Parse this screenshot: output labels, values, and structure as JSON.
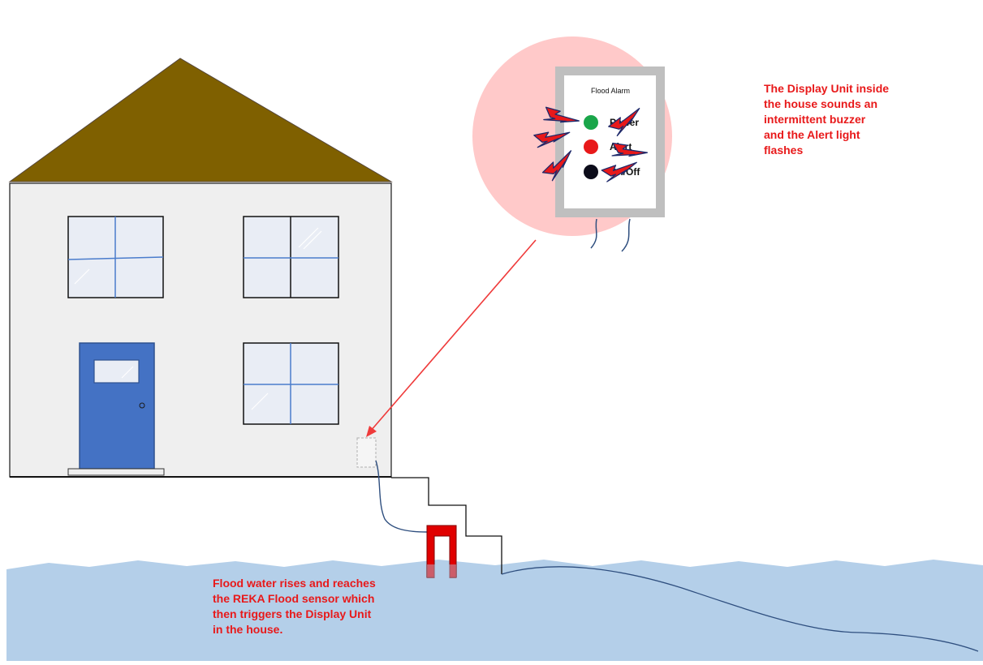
{
  "captions": {
    "display_unit": [
      "The Display Unit inside",
      "the house sounds  an",
      "intermittent buzzer",
      "and the Alert light",
      "flashes"
    ],
    "flood_water": [
      "Flood water rises and reaches",
      "the REKA Flood sensor which",
      "then triggers the Display Unit",
      "in the house."
    ]
  },
  "display_unit": {
    "title": "Flood Alarm",
    "lights": [
      {
        "label": "Power",
        "color": "#1aa64a",
        "state": "on"
      },
      {
        "label": "Alert",
        "color": "#e8191a",
        "state": "flashing"
      },
      {
        "label": "On/Off",
        "color": "#0c0c1a",
        "state": "button"
      }
    ]
  },
  "colors": {
    "caption_text": "#e8191a",
    "roof": "#7f6000",
    "house_wall": "#efefef",
    "door": "#4472c4",
    "window_glass": "#e9edf5",
    "window_cross": "#4a7ccc",
    "zoom_circle": "#ffc9c9",
    "water": "#b4cfe9",
    "arrow": "#ef3a3a",
    "sensor": "#e00000"
  },
  "icons": [
    "house",
    "roof",
    "window",
    "door",
    "display-unit",
    "flood-sensor",
    "lightning-bolt-icon",
    "water"
  ]
}
